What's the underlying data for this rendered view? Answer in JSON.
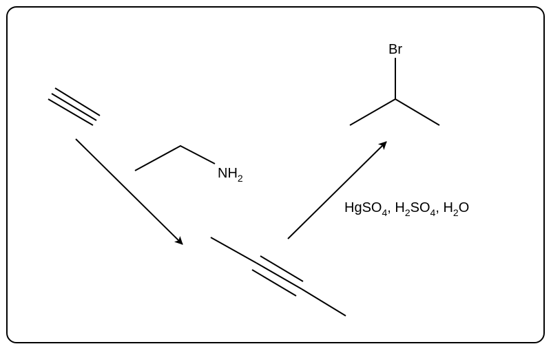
{
  "colors": {
    "ink": "#000000",
    "background": "#ffffff",
    "frame": "#000000"
  },
  "molecules": {
    "alkyl_bromide": {
      "atom_label": "Br"
    },
    "ethylamine": {
      "amine_main": "NH",
      "amine_sub": "2"
    }
  },
  "reagents": {
    "parts": [
      {
        "main": "HgSO",
        "sub": "4"
      },
      {
        "main": ", H",
        "sub": "2"
      },
      {
        "main": "SO",
        "sub": "4"
      },
      {
        "main": ", H",
        "sub": "2"
      },
      {
        "main": "O",
        "sub": ""
      }
    ]
  }
}
